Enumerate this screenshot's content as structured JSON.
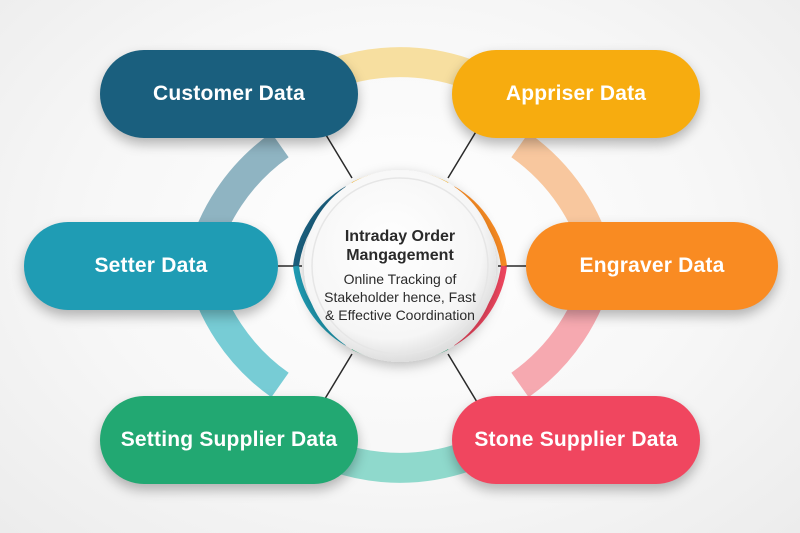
{
  "center": {
    "title": "Intraday Order Mangagement",
    "body": "Online Tracking of Stakeholder hence, Fast & Effective Coordination"
  },
  "nodes": {
    "customer": "Customer Data",
    "appriser": "Appriser Data",
    "setter": "Setter Data",
    "engraver": "Engraver Data",
    "setting_supplier": "Setting Supplier Data",
    "stone_supplier": "Stone Supplier Data"
  },
  "colors": {
    "customer": "#1a5f7e",
    "appriser": "#f7ac0f",
    "setter": "#1f9cb4",
    "engraver": "#f98b22",
    "setting_supplier": "#22a872",
    "stone_supplier": "#f0465f"
  }
}
